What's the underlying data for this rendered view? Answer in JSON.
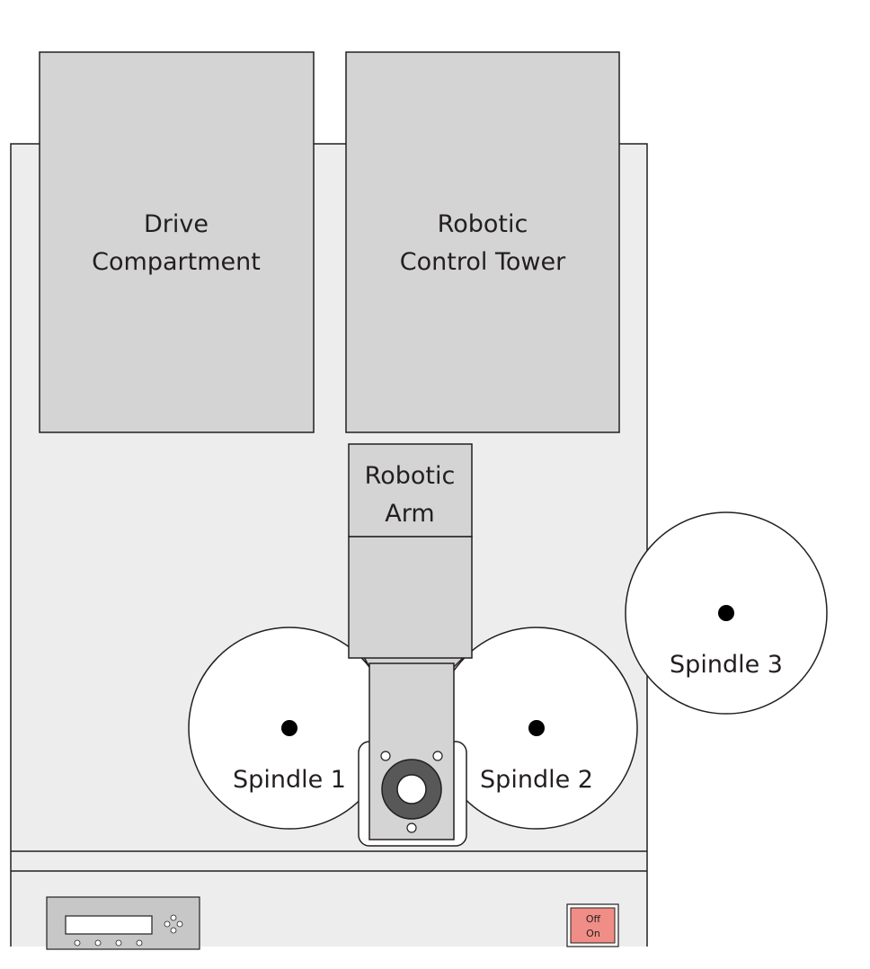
{
  "components": {
    "drive_compartment": {
      "line1": "Drive",
      "line2": "Compartment"
    },
    "control_tower": {
      "line1": "Robotic",
      "line2": "Control Tower"
    },
    "robotic_arm": {
      "line1": "Robotic",
      "line2": "Arm"
    }
  },
  "spindles": {
    "spindle_1": "Spindle 1",
    "spindle_2": "Spindle 2",
    "spindle_3": "Spindle 3"
  },
  "power_switch": {
    "off": "Off",
    "on": "On",
    "color": "#f08d86"
  },
  "colors": {
    "cabinet": "#ededed",
    "box": "#d4d4d4",
    "outline": "#231f20"
  }
}
